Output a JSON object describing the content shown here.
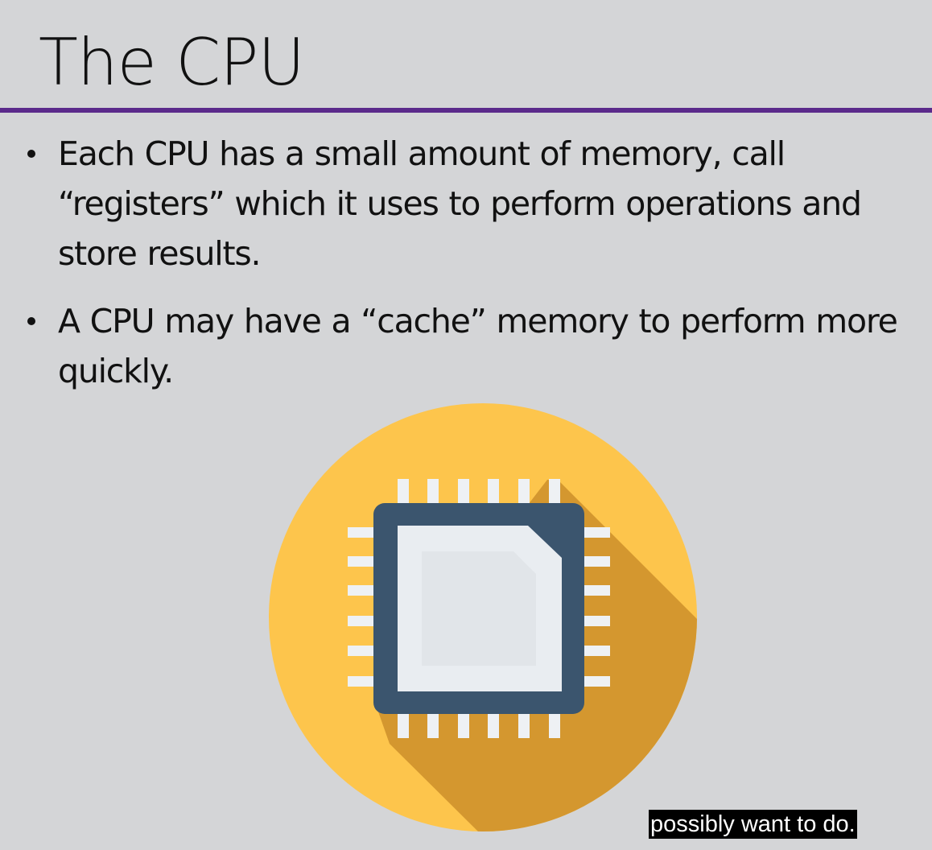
{
  "slide": {
    "title": "The CPU",
    "accent_color": "#5b2a8b",
    "bullets": [
      "Each CPU has a small amount of memory, call “registers” which it uses to perform operations and store results.",
      "A CPU may have a “cache” memory to perform more quickly."
    ]
  },
  "illustration": {
    "icon": "cpu-chip-icon",
    "colors": {
      "circle": "#fdc54c",
      "shadow": "#d4972f",
      "chip_body": "#3b556e",
      "chip_die": "#e9edf1",
      "pins": "#eef1f4"
    }
  },
  "caption": {
    "text": "possibly want to do."
  }
}
